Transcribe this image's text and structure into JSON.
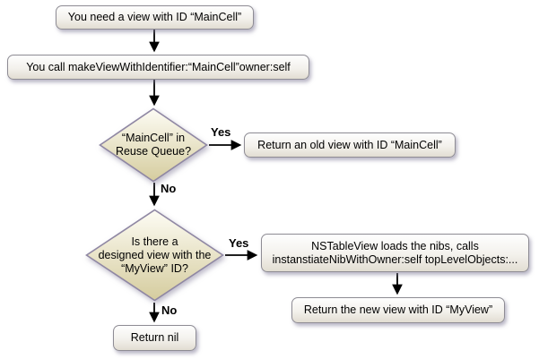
{
  "colors": {
    "background": "#ffffff",
    "box_fill_top": "#fefefe",
    "box_fill_bottom": "#e2ddd2",
    "box_border": "#8e8c94",
    "diamond_fill_top": "#fdfcf4",
    "diamond_fill_bottom": "#d5cc9e",
    "diamond_border": "#8f87a3",
    "arrow": "#000000",
    "text": "#000000"
  },
  "nodes": {
    "need_view": {
      "label": "You need a view with ID “MainCell”"
    },
    "call_make": {
      "label": "You call makeViewWithIdentifier:“MainCell”owner:self"
    },
    "reuse_queue": {
      "line1": "“MainCell” in",
      "line2": "Reuse Queue?"
    },
    "return_old": {
      "label": "Return an old view with ID “MainCell”"
    },
    "designed_view": {
      "line1": "Is there a",
      "line2": "designed view with the",
      "line3": "“MyView” ID?"
    },
    "loads_nibs": {
      "line1": "NSTableView loads the nibs, calls",
      "line2": "instanstiateNibWithOwner:self topLevelObjects:..."
    },
    "return_new": {
      "label": "Return the new view with ID “MyView”"
    },
    "return_nil": {
      "label": "Return nil"
    }
  },
  "edge_labels": {
    "yes1": "Yes",
    "no1": "No",
    "yes2": "Yes",
    "no2": "No"
  }
}
